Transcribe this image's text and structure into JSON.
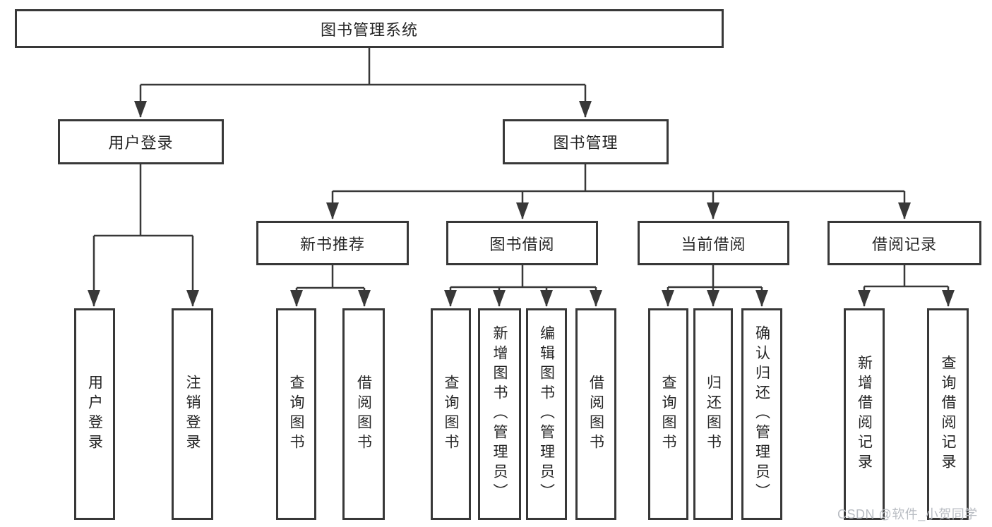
{
  "diagram": {
    "colors": {
      "line": "#383838",
      "box_border": "#383838",
      "text": "#262626",
      "background": "#ffffff",
      "watermark_text_color": "#b9bdc3"
    },
    "nodes": {
      "root": {
        "label": "图书管理系统"
      },
      "user_login": {
        "label": "用户登录"
      },
      "book_mgmt": {
        "label": "图书管理"
      },
      "login": {
        "label": "用户登录"
      },
      "logout": {
        "label": "注销登录"
      },
      "new_book_rec": {
        "label": "新书推荐"
      },
      "book_borrow": {
        "label": "图书借阅"
      },
      "current_borrow": {
        "label": "当前借阅"
      },
      "borrow_records": {
        "label": "借阅记录"
      },
      "nbr_query": {
        "label": "查询图书"
      },
      "nbr_borrow": {
        "label": "借阅图书"
      },
      "bb_query": {
        "label": "查询图书"
      },
      "bb_add": {
        "label": "新增图书（管理员）"
      },
      "bb_edit": {
        "label": "编辑图书（管理员）"
      },
      "bb_borrow": {
        "label": "借阅图书"
      },
      "cb_query": {
        "label": "查询图书"
      },
      "cb_return": {
        "label": "归还图书"
      },
      "cb_confirm": {
        "label": "确认归还（管理员）"
      },
      "br_add": {
        "label": "新增借阅记录"
      },
      "br_query": {
        "label": "查询借阅记录"
      }
    },
    "structure": {
      "root": [
        "user_login",
        "book_mgmt"
      ],
      "user_login": [
        "login",
        "logout"
      ],
      "book_mgmt": [
        "new_book_rec",
        "book_borrow",
        "current_borrow",
        "borrow_records"
      ],
      "new_book_rec": [
        "nbr_query",
        "nbr_borrow"
      ],
      "book_borrow": [
        "bb_query",
        "bb_add",
        "bb_edit",
        "bb_borrow"
      ],
      "current_borrow": [
        "cb_query",
        "cb_return",
        "cb_confirm"
      ],
      "borrow_records": [
        "br_add",
        "br_query"
      ]
    },
    "watermark": {
      "text": "CSDN @软件_小贺同学"
    }
  }
}
